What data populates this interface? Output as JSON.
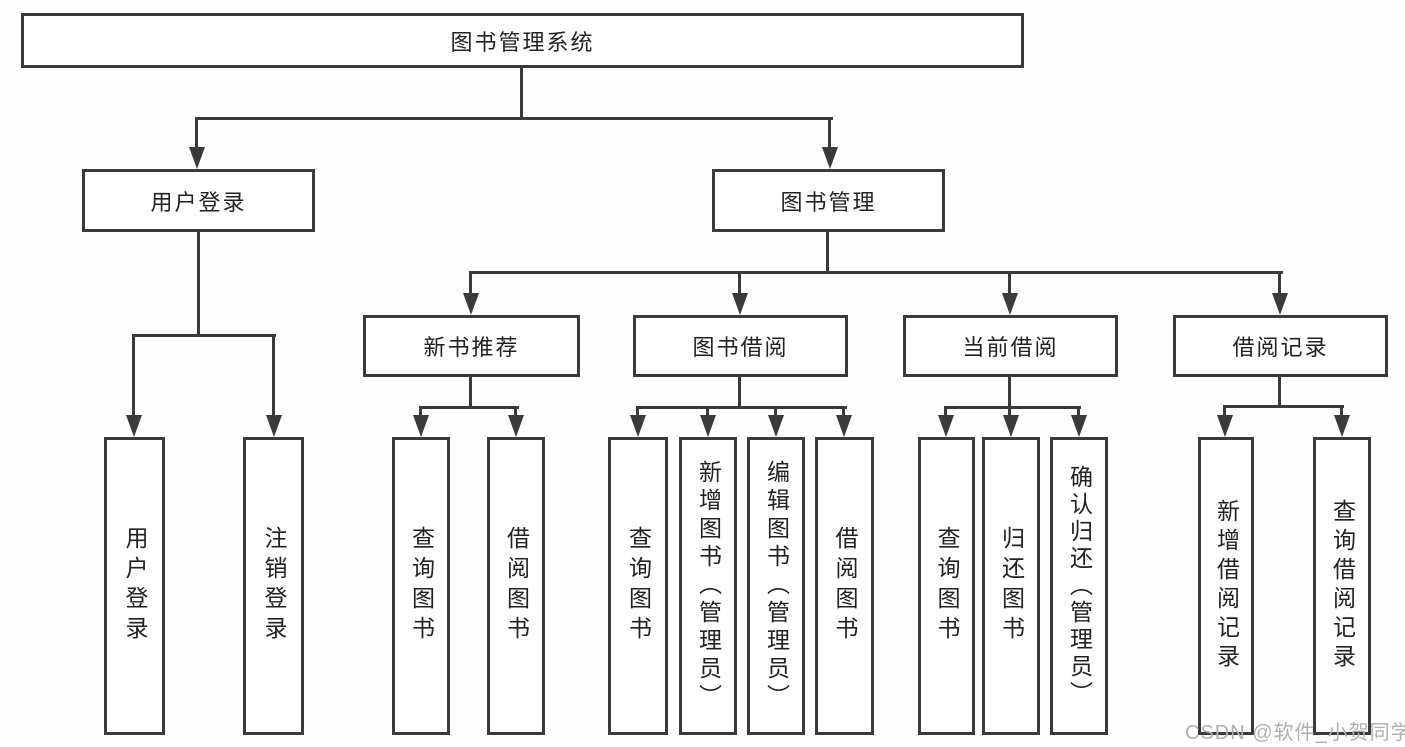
{
  "nodes": {
    "root": "图书管理系统",
    "login": "用户登录",
    "management": "图书管理",
    "level3": [
      "新书推荐",
      "图书借阅",
      "当前借阅",
      "借阅记录"
    ]
  },
  "leaves": {
    "login": [
      "用户登录",
      "注销登录"
    ],
    "recommend": [
      "查询图书",
      "借阅图书"
    ],
    "borrow": [
      "查询图书",
      "新增图书（管理员）",
      "编辑图书（管理员）",
      "借阅图书"
    ],
    "current": [
      "查询图书",
      "归还图书",
      "确认归还（管理员）"
    ],
    "records": [
      "新增借阅记录",
      "查询借阅记录"
    ]
  },
  "watermark": "CSDN @软件_小贺同学",
  "colors": {
    "line": "#3a3a3a",
    "text": "#222222",
    "watermark": "#b0b0b0",
    "background": "#fefefe"
  }
}
